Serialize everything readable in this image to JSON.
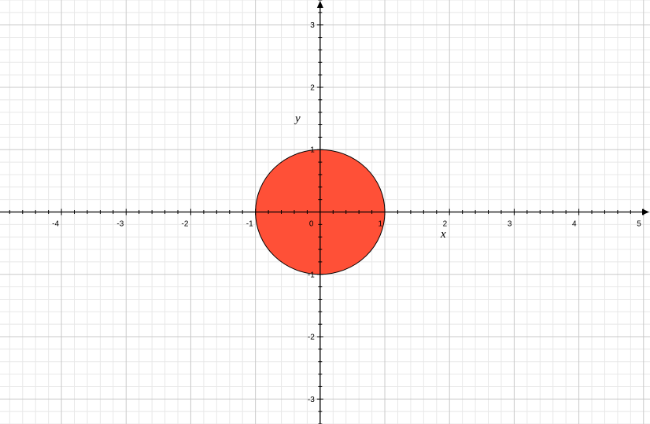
{
  "chart_data": {
    "type": "scatter",
    "title": "",
    "xlabel": "x",
    "ylabel": "y",
    "xlim": [
      -4.95,
      5.1
    ],
    "ylim": [
      -3.4,
      3.4
    ],
    "grid": true,
    "x_ticks": [
      "-4",
      "-3",
      "-2",
      "-1",
      "0",
      "1",
      "2",
      "3",
      "4",
      "5"
    ],
    "y_ticks": [
      "3",
      "2",
      "1",
      "-1",
      "-2",
      "-3"
    ],
    "shape": {
      "kind": "circle",
      "center": [
        0,
        0
      ],
      "radius": 1,
      "fill": "#ff4c33",
      "stroke": "#000000"
    }
  },
  "colors": {
    "grid_major": "#c9c9c9",
    "grid_minor": "#e8e8e8",
    "axis": "#000000"
  }
}
